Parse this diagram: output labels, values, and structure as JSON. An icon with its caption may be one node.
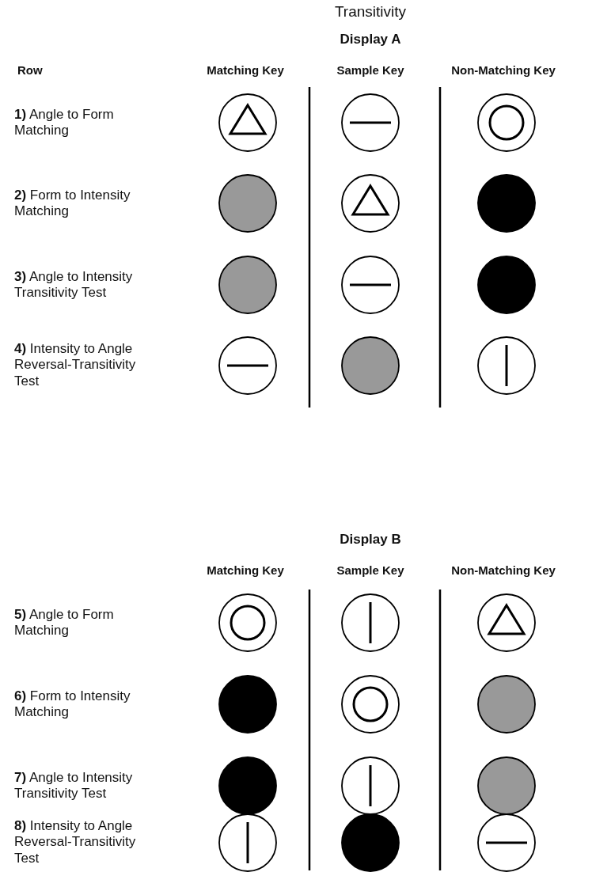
{
  "diagram": {
    "title": "Transitivity",
    "nodes": [
      {
        "text": [],
        "shape": "circle"
      },
      {
        "text": [],
        "shape": "circle"
      },
      {
        "text": [],
        "shape": "circle"
      },
      {
        "text": [],
        "shape": "circle"
      },
      {
        "text": [],
        "shape": "circle"
      },
      {
        "text": [],
        "shape": "circle"
      },
      {
        "text": [],
        "shape": "circle"
      },
      {
        "text": [],
        "shape": "circle"
      },
      {
        "text": [],
        "shape": "circle"
      },
      {
        "text": [],
        "shape": "circle"
      },
      {
        "text": [],
        "shape": "circle"
      },
      {
        "text": [],
        "shape": "circle"
      },
      {
        "text": [],
        "shape": "circle"
      },
      {
        "text": [],
        "shape": "circle"
      },
      {
        "text": [],
        "shape": "circle"
      },
      {
        "text": [],
        "shape": "circle"
      },
      {
        "text": [],
        "shape": "circle"
      },
      {
        "text": [],
        "shape": "circle"
      },
      {
        "text": [],
        "shape": "circle"
      },
      {
        "text": [],
        "shape": "circle"
      },
      {
        "text": [],
        "shape": "circle"
      },
      {
        "text": [],
        "shape": "circle"
      },
      {
        "text": [],
        "shape": "circle"
      },
      {
        "text": [],
        "shape": "circle"
      }
    ],
    "labels": [
      "Display A",
      "Row",
      "Matching Key",
      "Sample Key",
      "Non-Matching Key",
      "**1)** Angle to Form Matching",
      "**2)** Form to Intensity Matching",
      "**3)** Angle to Intensity Transitivity Test",
      "**4)** Intensity to Angle Reversal-Transitivity Test",
      "Display B",
      "Matching Key",
      "Sample Key",
      "Non-Matching Key",
      "**5)** Angle to Form Matching",
      "**6)** Form to Intensity Matching",
      "**7)** Angle to Intensity Transitivity Test",
      "**8)** Intensity to Angle Reversal-Transitivity Test"
    ]
  }
}
